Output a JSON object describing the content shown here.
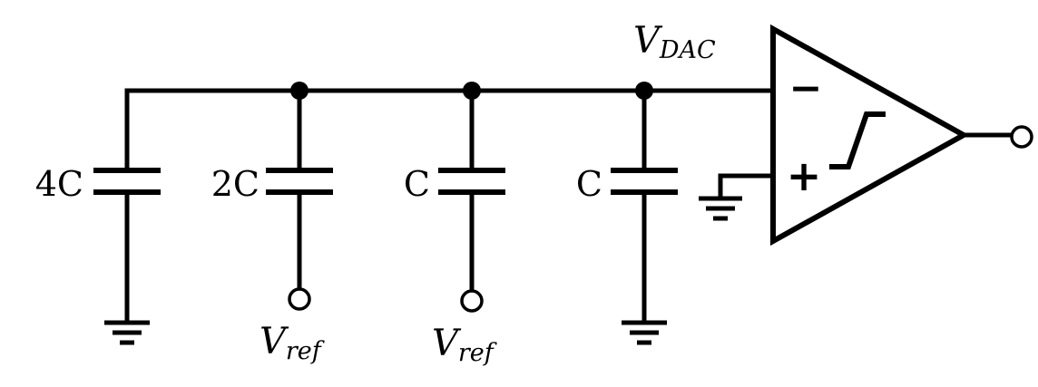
{
  "diagram": {
    "capacitors": [
      {
        "label": "4C",
        "bottom_terminal": "ground"
      },
      {
        "label": "2C",
        "bottom_terminal": "vref"
      },
      {
        "label": "C",
        "bottom_terminal": "vref"
      },
      {
        "label": "C",
        "bottom_terminal": "ground"
      }
    ],
    "node_label": {
      "main": "V",
      "sub": "DAC"
    },
    "vref_label": {
      "main": "V",
      "sub": "ref"
    },
    "comparator": {
      "inverting_symbol": "−",
      "noninverting_symbol": "+",
      "symbol_icon": "step-icon"
    }
  }
}
